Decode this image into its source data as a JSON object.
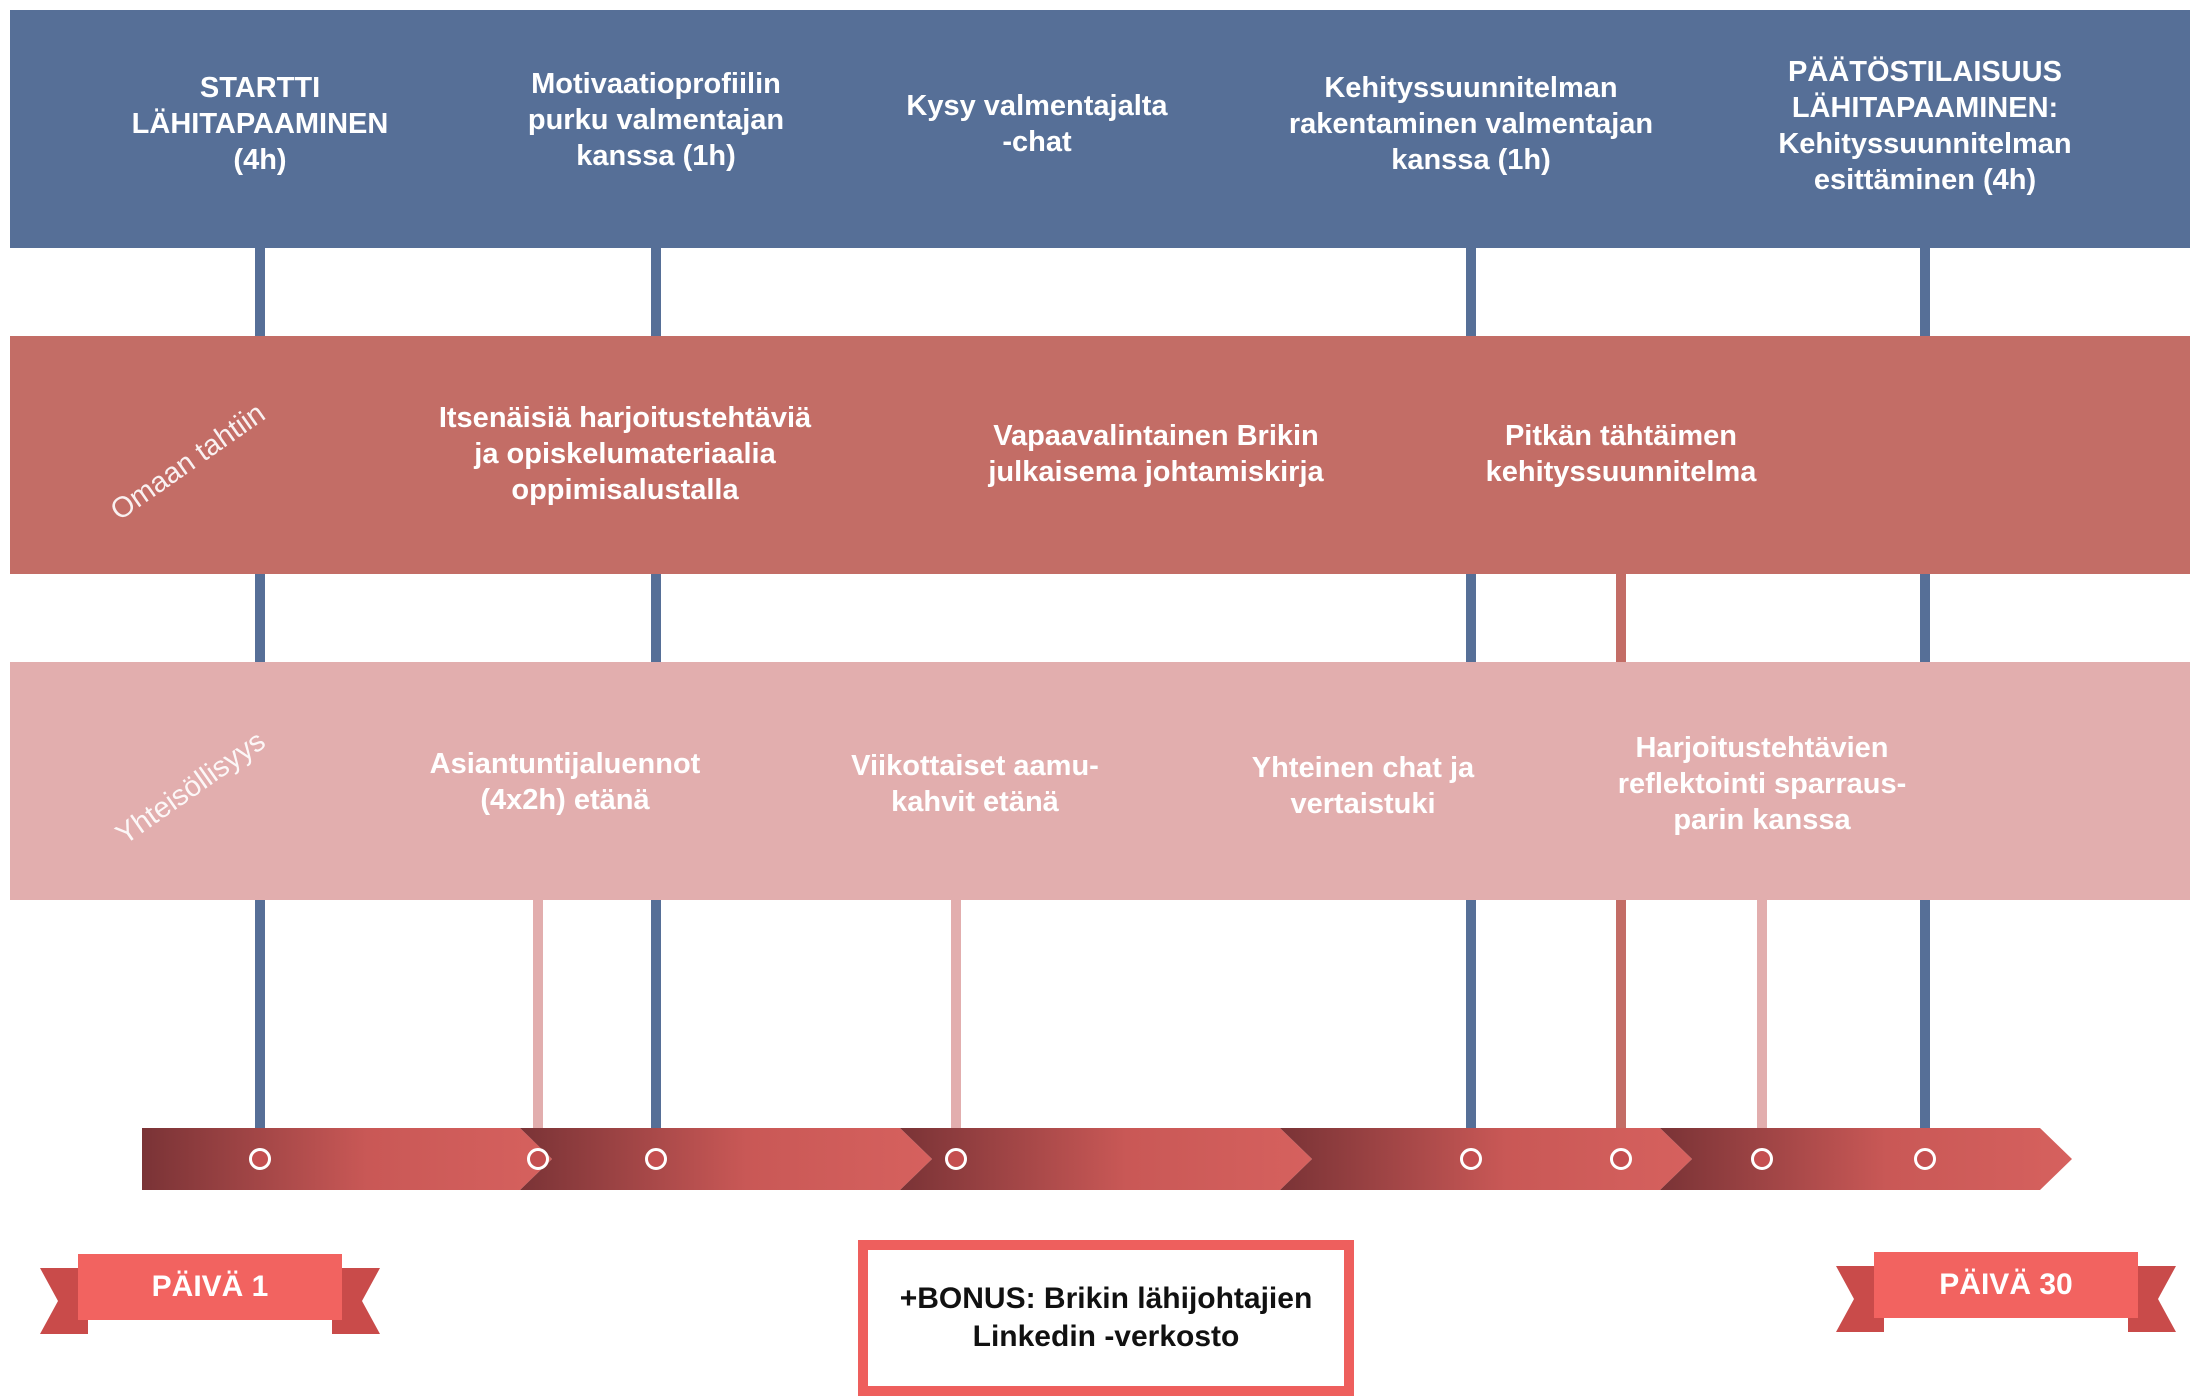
{
  "top_band": {
    "items": [
      "STARTTI\nLÄHITAPAAMINEN\n(4h)",
      "Motivaatioprofiilin\npurku valmentajan\nkanssa (1h)",
      "Kysy valmentajalta\n-chat",
      "Kehityssuunnitelman\nrakentaminen valmentajan\nkanssa (1h)",
      "PÄÄTÖSTILAISUUS\nLÄHITAPAAMINEN:\nKehityssuunnitelman\nesittäminen (4h)"
    ]
  },
  "mid_band": {
    "side_label": "Omaan tahtiin",
    "items": [
      "Itsenäisiä harjoitustehtäviä\nja opiskelumateriaalia\noppimisalustalla",
      "Vapaavalintainen Brikin\njulkaisema johtamiskirja",
      "Pitkän tähtäimen\nkehityssuunnitelma"
    ]
  },
  "low_band": {
    "side_label": "Yhteisöllisyys",
    "items": [
      "Asiantuntijaluennot\n(4x2h) etänä",
      "Viikottaiset aamu-\nkahvit etänä",
      "Yhteinen chat ja\nvertaistuki",
      "Harjoitustehtävien\nreflektointi sparraus-\nparin kanssa"
    ]
  },
  "start_label": "PÄIVÄ 1",
  "end_label": "PÄIVÄ 30",
  "bonus": {
    "line1": "+BONUS: Brikin lähijohtajien",
    "line2": "Linkedin -verkosto"
  },
  "colors": {
    "blue": "#566f97",
    "red": "#c36d66",
    "pink": "#e2aeae",
    "arrow": "#d35f5c",
    "ribbon": "#f26360"
  }
}
